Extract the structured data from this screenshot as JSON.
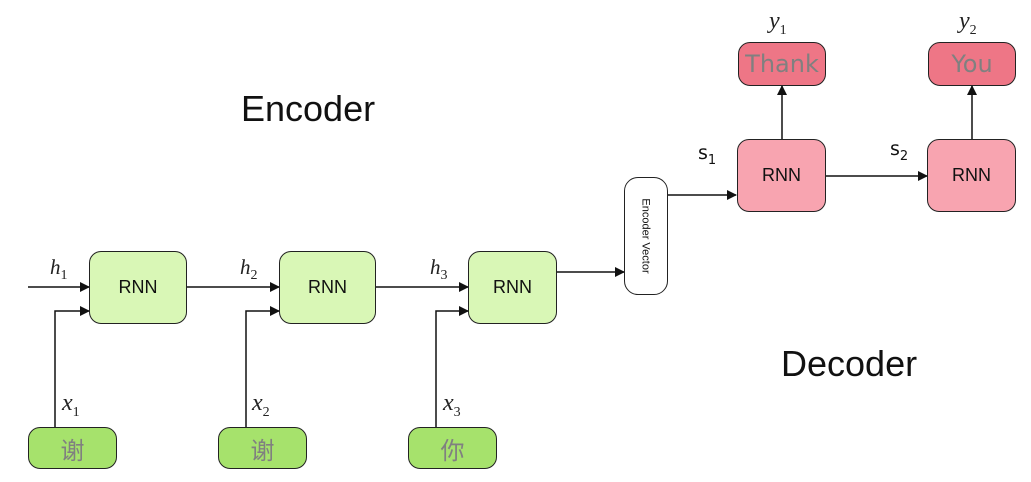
{
  "titles": {
    "encoder": "Encoder",
    "decoder": "Decoder"
  },
  "encoder": {
    "cells": [
      {
        "label": "RNN",
        "hidden": "h",
        "hidden_index": "1",
        "input_var": "x",
        "input_index": "1",
        "input_token": "谢"
      },
      {
        "label": "RNN",
        "hidden": "h",
        "hidden_index": "2",
        "input_var": "x",
        "input_index": "2",
        "input_token": "谢"
      },
      {
        "label": "RNN",
        "hidden": "h",
        "hidden_index": "3",
        "input_var": "x",
        "input_index": "3",
        "input_token": "你"
      }
    ],
    "vector_label": "Encoder Vector"
  },
  "decoder": {
    "cells": [
      {
        "label": "RNN",
        "state": "s",
        "state_index": "1",
        "output_var": "y",
        "output_index": "1",
        "output_token": "Thank"
      },
      {
        "label": "RNN",
        "state": "s",
        "state_index": "2",
        "output_var": "y",
        "output_index": "2",
        "output_token": "You"
      }
    ]
  },
  "colors": {
    "encoder_rnn": "#d9f7b6",
    "input_token": "#a6e26c",
    "decoder_rnn": "#f8a4b0",
    "output_token": "#ee7686",
    "token_text": "#808080"
  }
}
